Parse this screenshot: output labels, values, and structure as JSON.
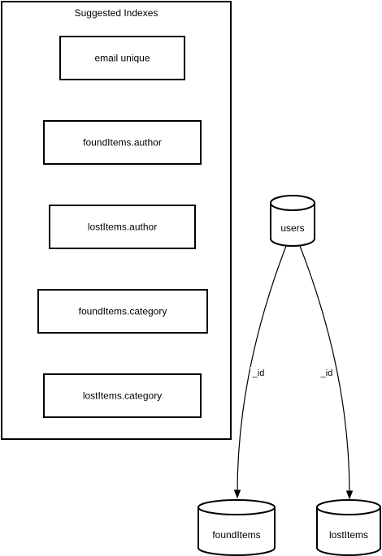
{
  "panel": {
    "title": "Suggested Indexes",
    "indexes": [
      "email unique",
      "foundItems.author",
      "lostItems.author",
      "foundItems.category",
      "lostItems.category"
    ]
  },
  "collections": {
    "users": "users",
    "foundItems": "foundItems",
    "lostItems": "lostItems"
  },
  "edges": [
    {
      "from": "users",
      "to": "foundItems",
      "label": "_id"
    },
    {
      "from": "users",
      "to": "lostItems",
      "label": "_id"
    }
  ]
}
